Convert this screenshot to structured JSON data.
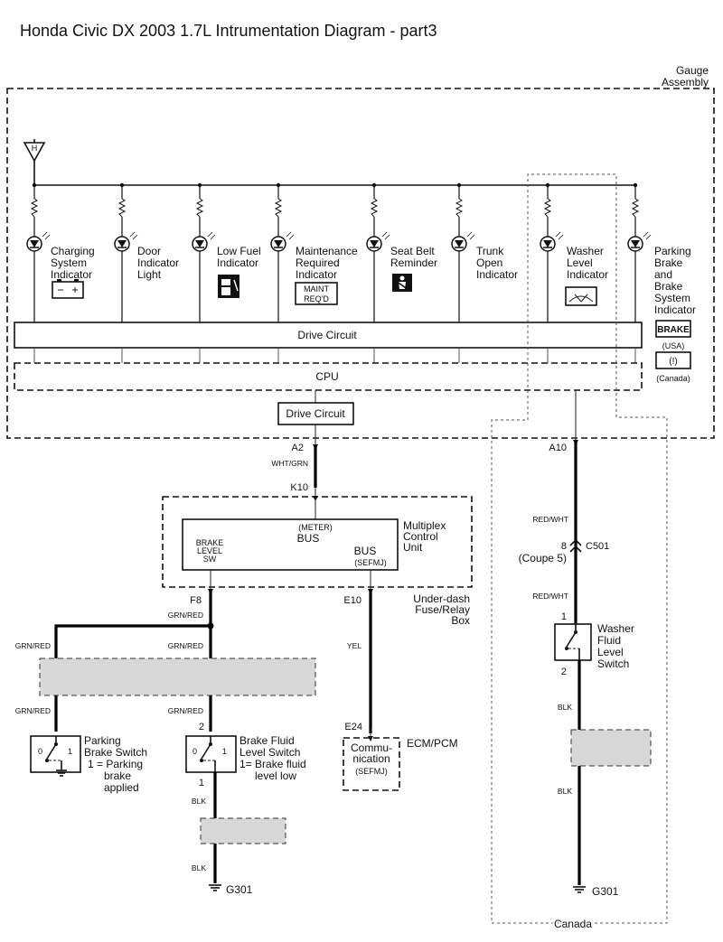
{
  "title": "Honda Civic DX 2003 1.7L Intrumentation Diagram - part3",
  "gauge_assembly": {
    "line1": "Gauge",
    "line2": "Assembly"
  },
  "power_source": "H",
  "indicators": [
    {
      "lines": [
        "Charging",
        "System",
        "Indicator"
      ]
    },
    {
      "lines": [
        "Door",
        "Indicator",
        "Light"
      ]
    },
    {
      "lines": [
        "Low Fuel",
        "Indicator"
      ]
    },
    {
      "lines": [
        "Maintenance",
        "Required",
        "Indicator"
      ],
      "badge": [
        "MAINT",
        "REQ'D"
      ]
    },
    {
      "lines": [
        "Seat Belt",
        "Reminder"
      ]
    },
    {
      "lines": [
        "Trunk",
        "Open",
        "Indicator"
      ]
    },
    {
      "lines": [
        "Washer",
        "Level",
        "Indicator"
      ]
    },
    {
      "lines": [
        "Parking",
        "Brake",
        "and",
        "Brake",
        "System",
        "Indicator"
      ]
    }
  ],
  "brake_badge": {
    "text": "BRAKE",
    "usa": "(USA)",
    "canada_symbol": "(!)",
    "canada": "(Canada)"
  },
  "drive_circuit": "Drive Circuit",
  "cpu": "CPU",
  "connectors": {
    "a2": "A2",
    "k10": "K10",
    "f8": "F8",
    "e10": "E10",
    "e24": "E24",
    "a10": "A10",
    "c501_pin": "8",
    "c501": "C501",
    "coupe": "(Coupe 5)"
  },
  "wires": {
    "wht_grn": "WHT/GRN",
    "grn_red": "GRN/RED",
    "yel": "YEL",
    "red_wht": "RED/WHT",
    "blk": "BLK"
  },
  "multiplex": {
    "meter": "(METER)",
    "bus": "BUS",
    "brake": "BRAKE",
    "level": "LEVEL",
    "sw": "SW",
    "sefmj": "(SEFMJ)",
    "label": [
      "Multiplex",
      "Control",
      "Unit"
    ]
  },
  "fuse_box": [
    "Under-dash",
    "Fuse/Relay",
    "Box"
  ],
  "ecm": {
    "lines": [
      "Commu-",
      "nication"
    ],
    "sub": "(SEFMJ)",
    "name": "ECM/PCM"
  },
  "parking_switch": {
    "lines": [
      "Parking",
      "Brake Switch",
      "1 = Parking",
      "brake",
      "applied"
    ]
  },
  "brake_switch": {
    "lines": [
      "Brake Fluid",
      "Level Switch",
      "1= Brake fluid",
      "level low"
    ]
  },
  "washer_switch": {
    "lines": [
      "Washer",
      "Fluid",
      "Level",
      "Switch"
    ]
  },
  "pins": {
    "zero": "0",
    "one": "1",
    "two": "2"
  },
  "ground": "G301",
  "canada": "Canada"
}
